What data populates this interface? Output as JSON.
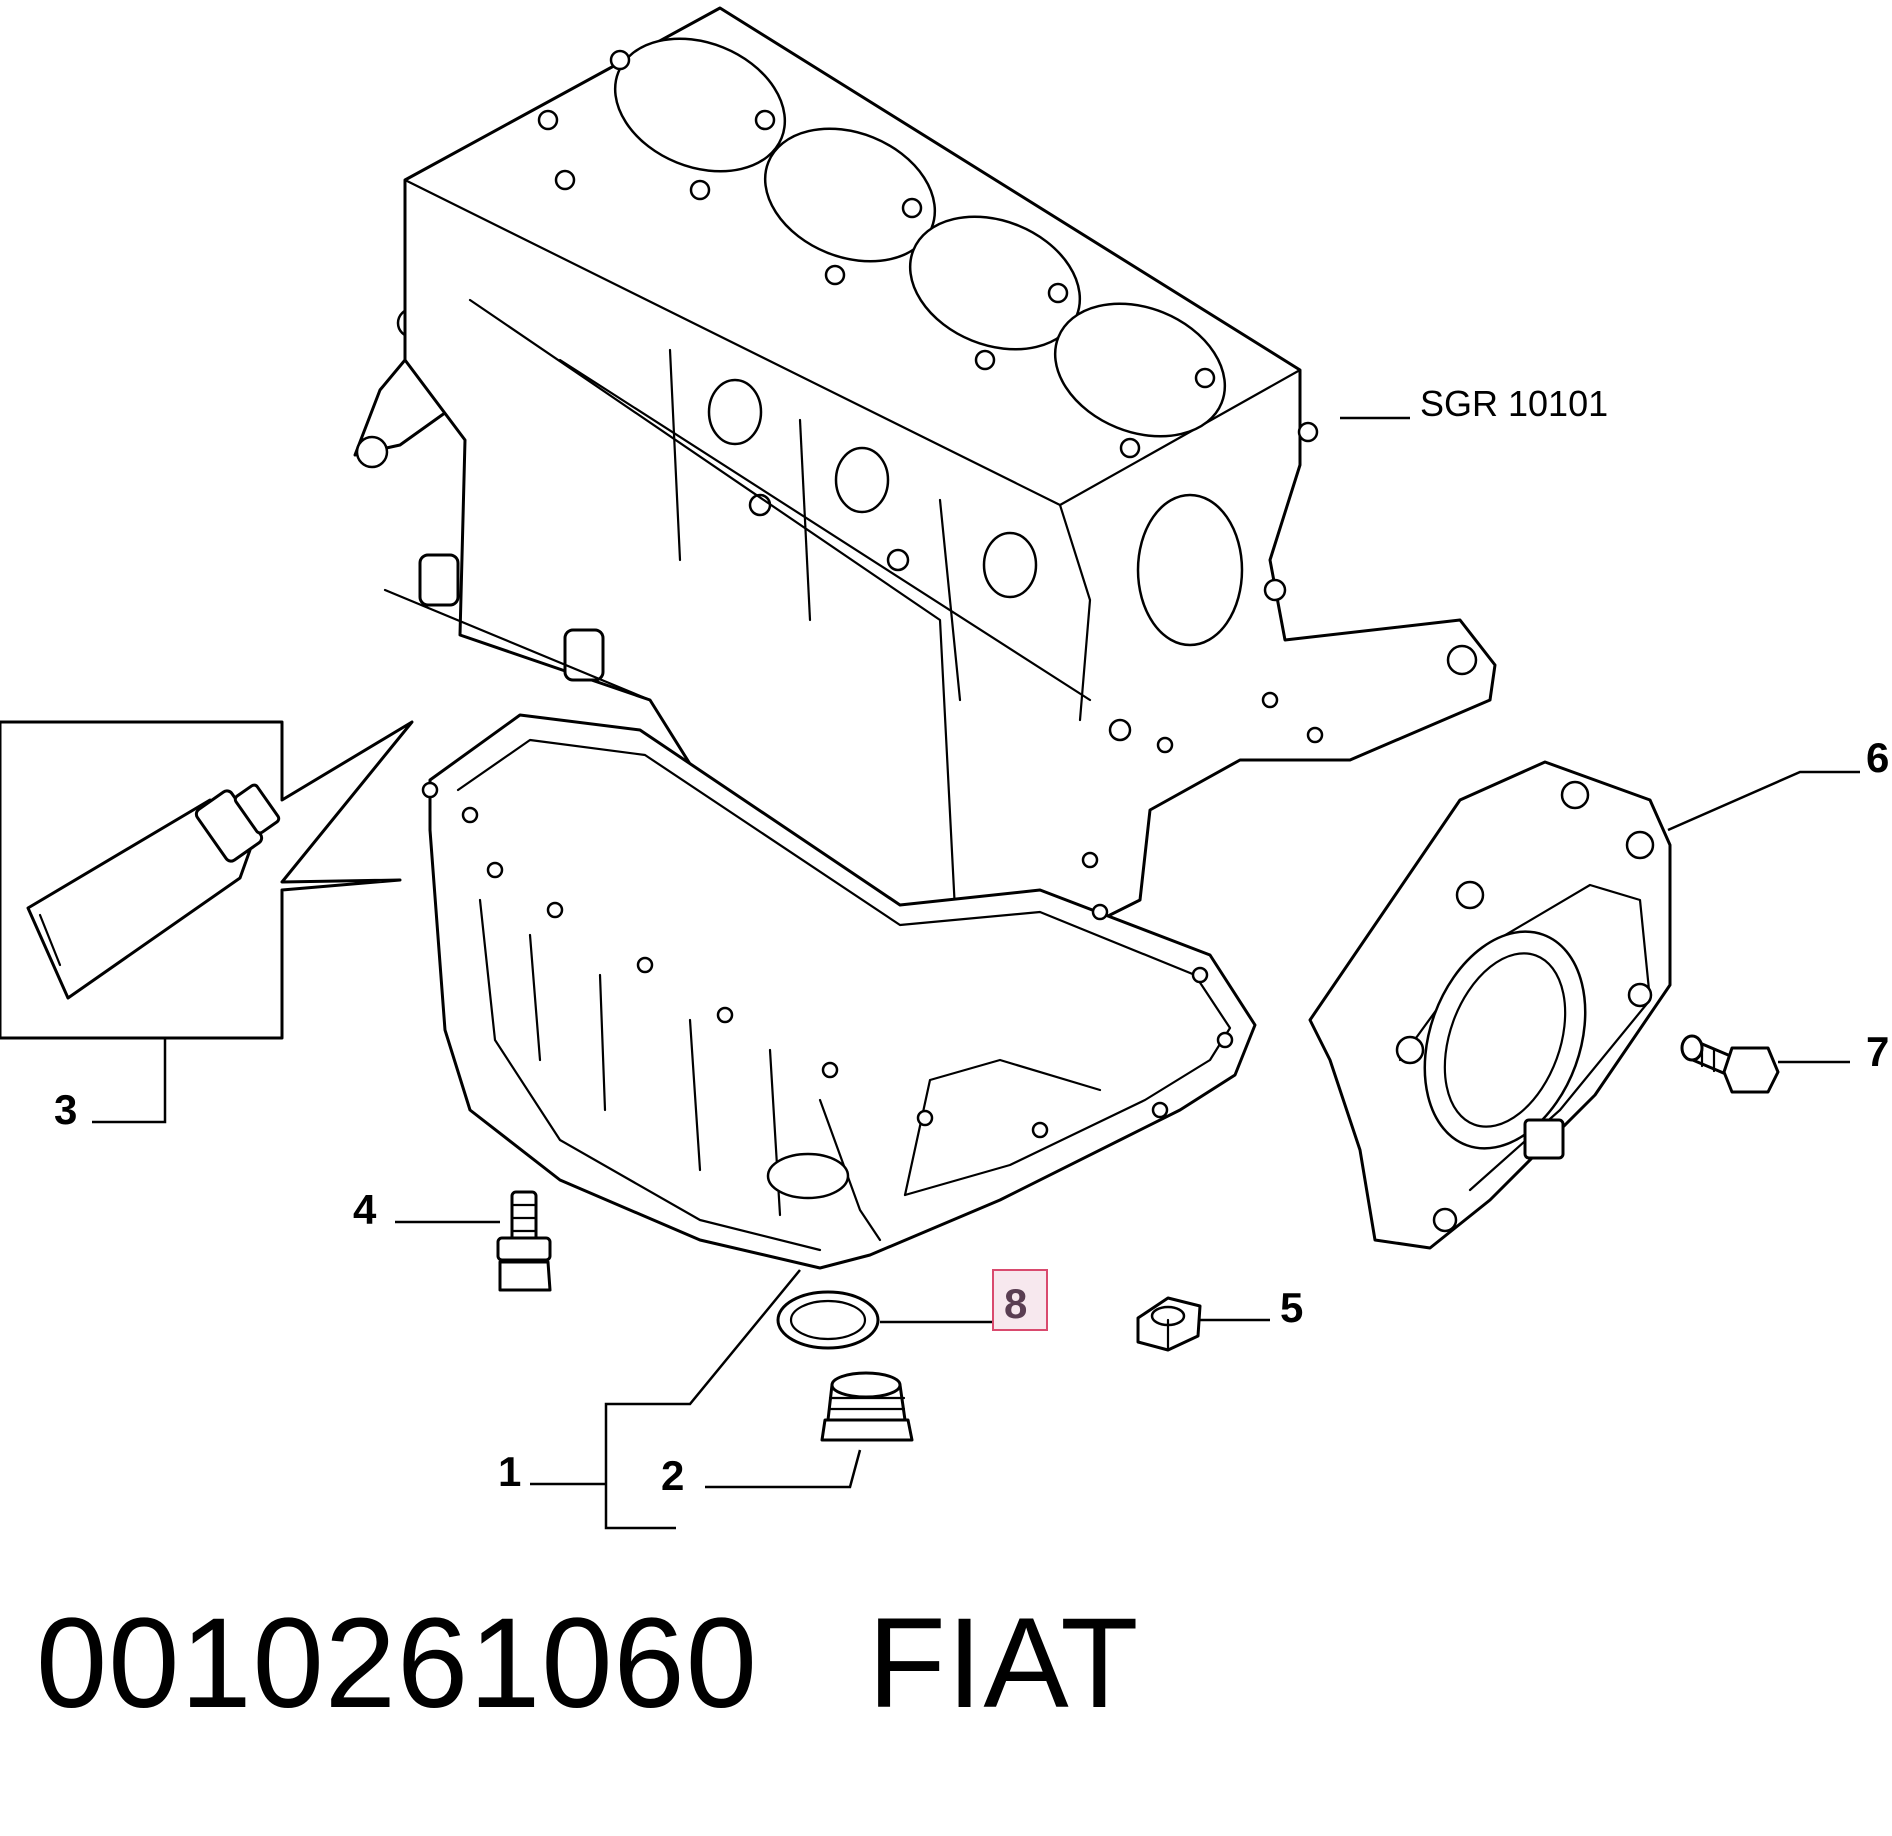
{
  "callouts": {
    "c1": "1",
    "c2": "2",
    "c3": "3",
    "c4": "4",
    "c5": "5",
    "c6": "6",
    "c7": "7",
    "c8": "8"
  },
  "reference_label": "SGR 10101",
  "highlighted_callout": "8",
  "caption": {
    "part_number": "0010261060",
    "brand": "FIAT"
  },
  "colors": {
    "highlight_border": "#d94a6e",
    "highlight_fill": "#f7e8ee"
  }
}
